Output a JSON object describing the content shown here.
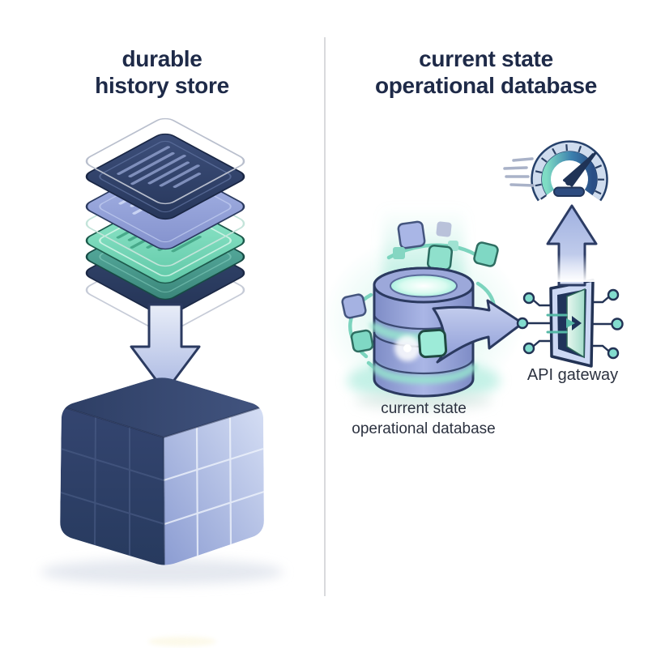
{
  "left_panel": {
    "title_line1": "durable",
    "title_line2": "history store",
    "icons": [
      "layer-stack-icon",
      "down-arrow-icon",
      "cube-icon"
    ],
    "layer_order": [
      "outline",
      "navy-document",
      "periwinkle-document",
      "outline",
      "mint-document",
      "teal-document",
      "navy-document",
      "outline"
    ]
  },
  "right_panel": {
    "title_line1": "current state",
    "title_line2": "operational database",
    "db_label_line1": "current state",
    "db_label_line2": "operational database",
    "api_gateway_label": "API gateway",
    "icons": [
      "database-icon",
      "swirl-arrows-icon",
      "orbiting-squares-icon",
      "right-arrow-icon",
      "api-gateway-door-icon",
      "up-arrow-icon",
      "speedometer-icon",
      "speed-lines-icon"
    ]
  },
  "colors": {
    "background": "#ffffff",
    "divider": "#d9dadd",
    "title_navy": "#1e2a48",
    "outline_navy": "#2b3a60",
    "periwinkle": "#95a3d8",
    "periwinkle_light": "#ccd6f0",
    "mint": "#8fe2c4",
    "teal": "#6fd0ba",
    "teal_dark": "#3f8d84",
    "cube_dark_face": "#2c3c62",
    "gauge_arc_start": "#7edcc4",
    "gauge_arc_end": "#2a4e85"
  }
}
